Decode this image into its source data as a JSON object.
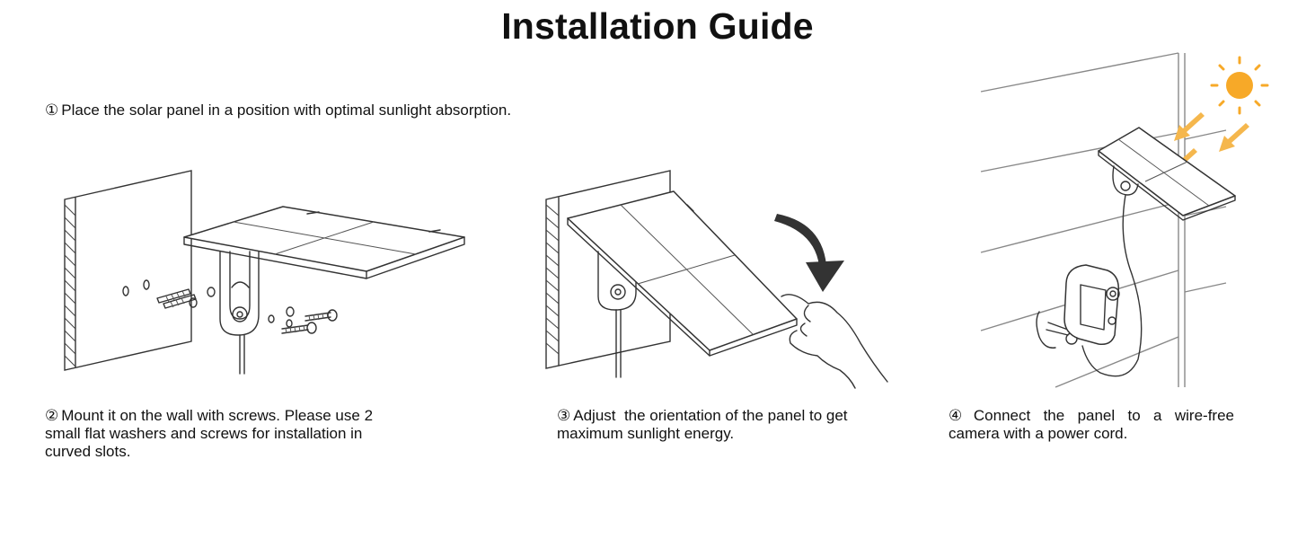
{
  "title": "Installation Guide",
  "steps": [
    {
      "num": "①",
      "text": "Place the solar panel in a position with optimal sunlight absorption."
    },
    {
      "num": "②",
      "text": "Mount it on the wall with screws. Please use 2 small flat washers and screws for installation in curved slots."
    },
    {
      "num": "③",
      "text": "Adjust  the orientation of the panel to get maximum sunlight energy."
    },
    {
      "num": "④",
      "text": "Connect  the  panel  to  a  wire-free camera with a power cord."
    }
  ],
  "illustrations": {
    "mount": "wall-mount-illustration",
    "adjust": "adjust-panel-illustration",
    "connect": "connect-camera-illustration"
  },
  "colors": {
    "text": "#111111",
    "line": "#333333",
    "sun": "#f7a928",
    "ray": "#f5b74d"
  }
}
